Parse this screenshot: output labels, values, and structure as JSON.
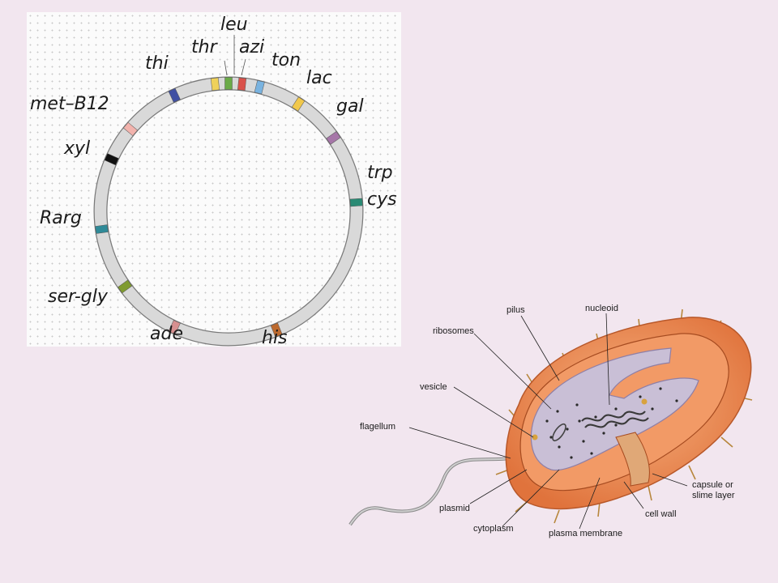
{
  "gene_map": {
    "markers": [
      {
        "label": "leu",
        "angle": 0,
        "color": "#6aaa48"
      },
      {
        "label": "thr",
        "angle": -6,
        "color": "#efd15a"
      },
      {
        "label": "azi",
        "angle": 6,
        "color": "#d9514a"
      },
      {
        "label": "ton",
        "angle": 14,
        "color": "#79b3e0"
      },
      {
        "label": "lac",
        "angle": 33,
        "color": "#f1c84b"
      },
      {
        "label": "gal",
        "angle": 55,
        "color": "#a676a8"
      },
      {
        "label": "trp cys",
        "angle": 86,
        "color": "#2a8a74"
      },
      {
        "label": "his",
        "angle": 158,
        "color": "#bd6a2e"
      },
      {
        "label": "ade",
        "angle": 205,
        "color": "#d79090"
      },
      {
        "label": "ser-gly",
        "angle": 234,
        "color": "#7f9b30"
      },
      {
        "label": "Rarg",
        "angle": 262,
        "color": "#2f8a98"
      },
      {
        "label": "xyl",
        "angle": 294,
        "color": "#111111"
      },
      {
        "label": "met–B12",
        "angle": 310,
        "color": "#f2b3ad"
      },
      {
        "label": "thi",
        "angle": 335,
        "color": "#3f4fa3"
      }
    ]
  },
  "cell_diagram": {
    "labels": {
      "pilus": "pilus",
      "nucleoid": "nucleoid",
      "ribosomes": "ribosomes",
      "vesicle": "vesicle",
      "flagellum": "flagellum",
      "plasmid": "plasmid",
      "cytoplasm": "cytoplasm",
      "plasma_membrane": "plasma membrane",
      "cell_wall": "cell wall",
      "capsule_line1": "capsule or",
      "capsule_line2": "slime layer"
    }
  }
}
